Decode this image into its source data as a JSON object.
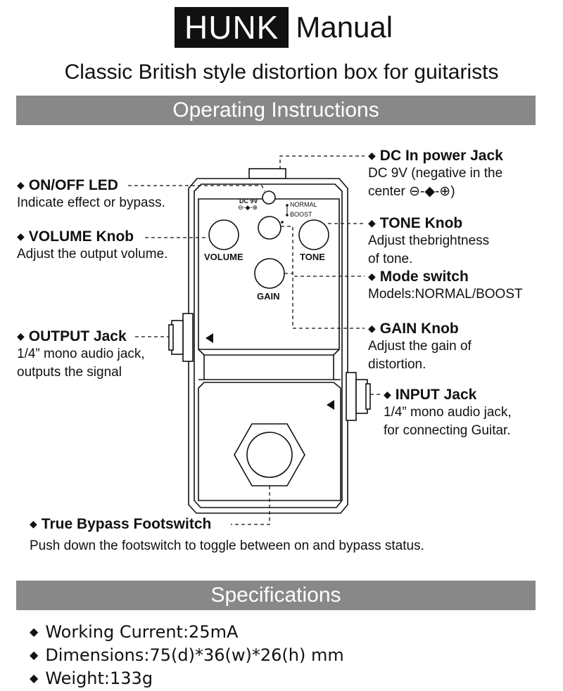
{
  "header": {
    "brand": "HUNK",
    "word": "Manual"
  },
  "subtitle": "Classic British style distortion box for guitarists",
  "sections": {
    "operating": "Operating Instructions",
    "specs": "Specifications"
  },
  "pedal": {
    "knobs": {
      "volume": "VOLUME",
      "tone": "TONE",
      "gain": "GAIN"
    },
    "dc_label": "DC 9V",
    "dc_polarity": "⊖-◆-⊕",
    "switch_normal": "NORMAL",
    "switch_boost": "BOOST"
  },
  "callouts": {
    "dc": {
      "title": "DC In power Jack",
      "line1": "DC 9V (negative in the",
      "line2": "center ⊖-◆-⊕)"
    },
    "led": {
      "title": "ON/OFF LED",
      "line1": "Indicate effect or bypass."
    },
    "volume": {
      "title": "VOLUME Knob",
      "line1": "Adjust the output volume."
    },
    "tone": {
      "title": "TONE Knob",
      "line1": "Adjust thebrightness",
      "line2": "of tone."
    },
    "mode": {
      "title": "Mode switch",
      "line1": "Models:NORMAL/BOOST"
    },
    "gain": {
      "title": "GAIN Knob",
      "line1": "Adjust the gain of",
      "line2": "distortion."
    },
    "output": {
      "title": "OUTPUT Jack",
      "line1": "1/4” mono audio jack,",
      "line2": "outputs the signal"
    },
    "input": {
      "title": "INPUT Jack",
      "line1": "1/4” mono audio jack,",
      "line2": "for connecting Guitar."
    },
    "footswitch": {
      "title": "True Bypass Footswitch",
      "line1": "Push down the footswitch to toggle between on and bypass status."
    }
  },
  "specs": [
    "Working Current:25mA",
    "Dimensions:75(d)*36(w)*26(h) mm",
    "Weight:133g"
  ]
}
